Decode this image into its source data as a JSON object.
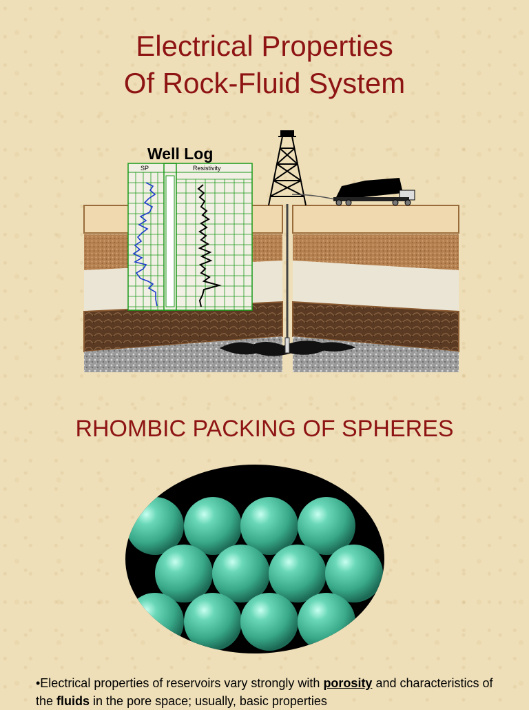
{
  "title": {
    "line1": "Electrical Properties",
    "line2": "Of Rock-Fluid System"
  },
  "diagram": {
    "well_log_label": "Well Log",
    "sp_label": "SP",
    "resistivity_label": "Resistivity"
  },
  "subtitle": "RHOMBIC PACKING OF SPHERES",
  "bullet": {
    "part1": "•Electrical properties of reservoirs vary strongly with ",
    "porosity": "porosity",
    "part2": " and characteristics of the ",
    "fluids": "fluids",
    "part3": " in the pore space; usually, basic properties"
  },
  "colors": {
    "title": "#8e1414",
    "sphere": "#48c0a0",
    "log_grid": "#1a9a1a"
  }
}
